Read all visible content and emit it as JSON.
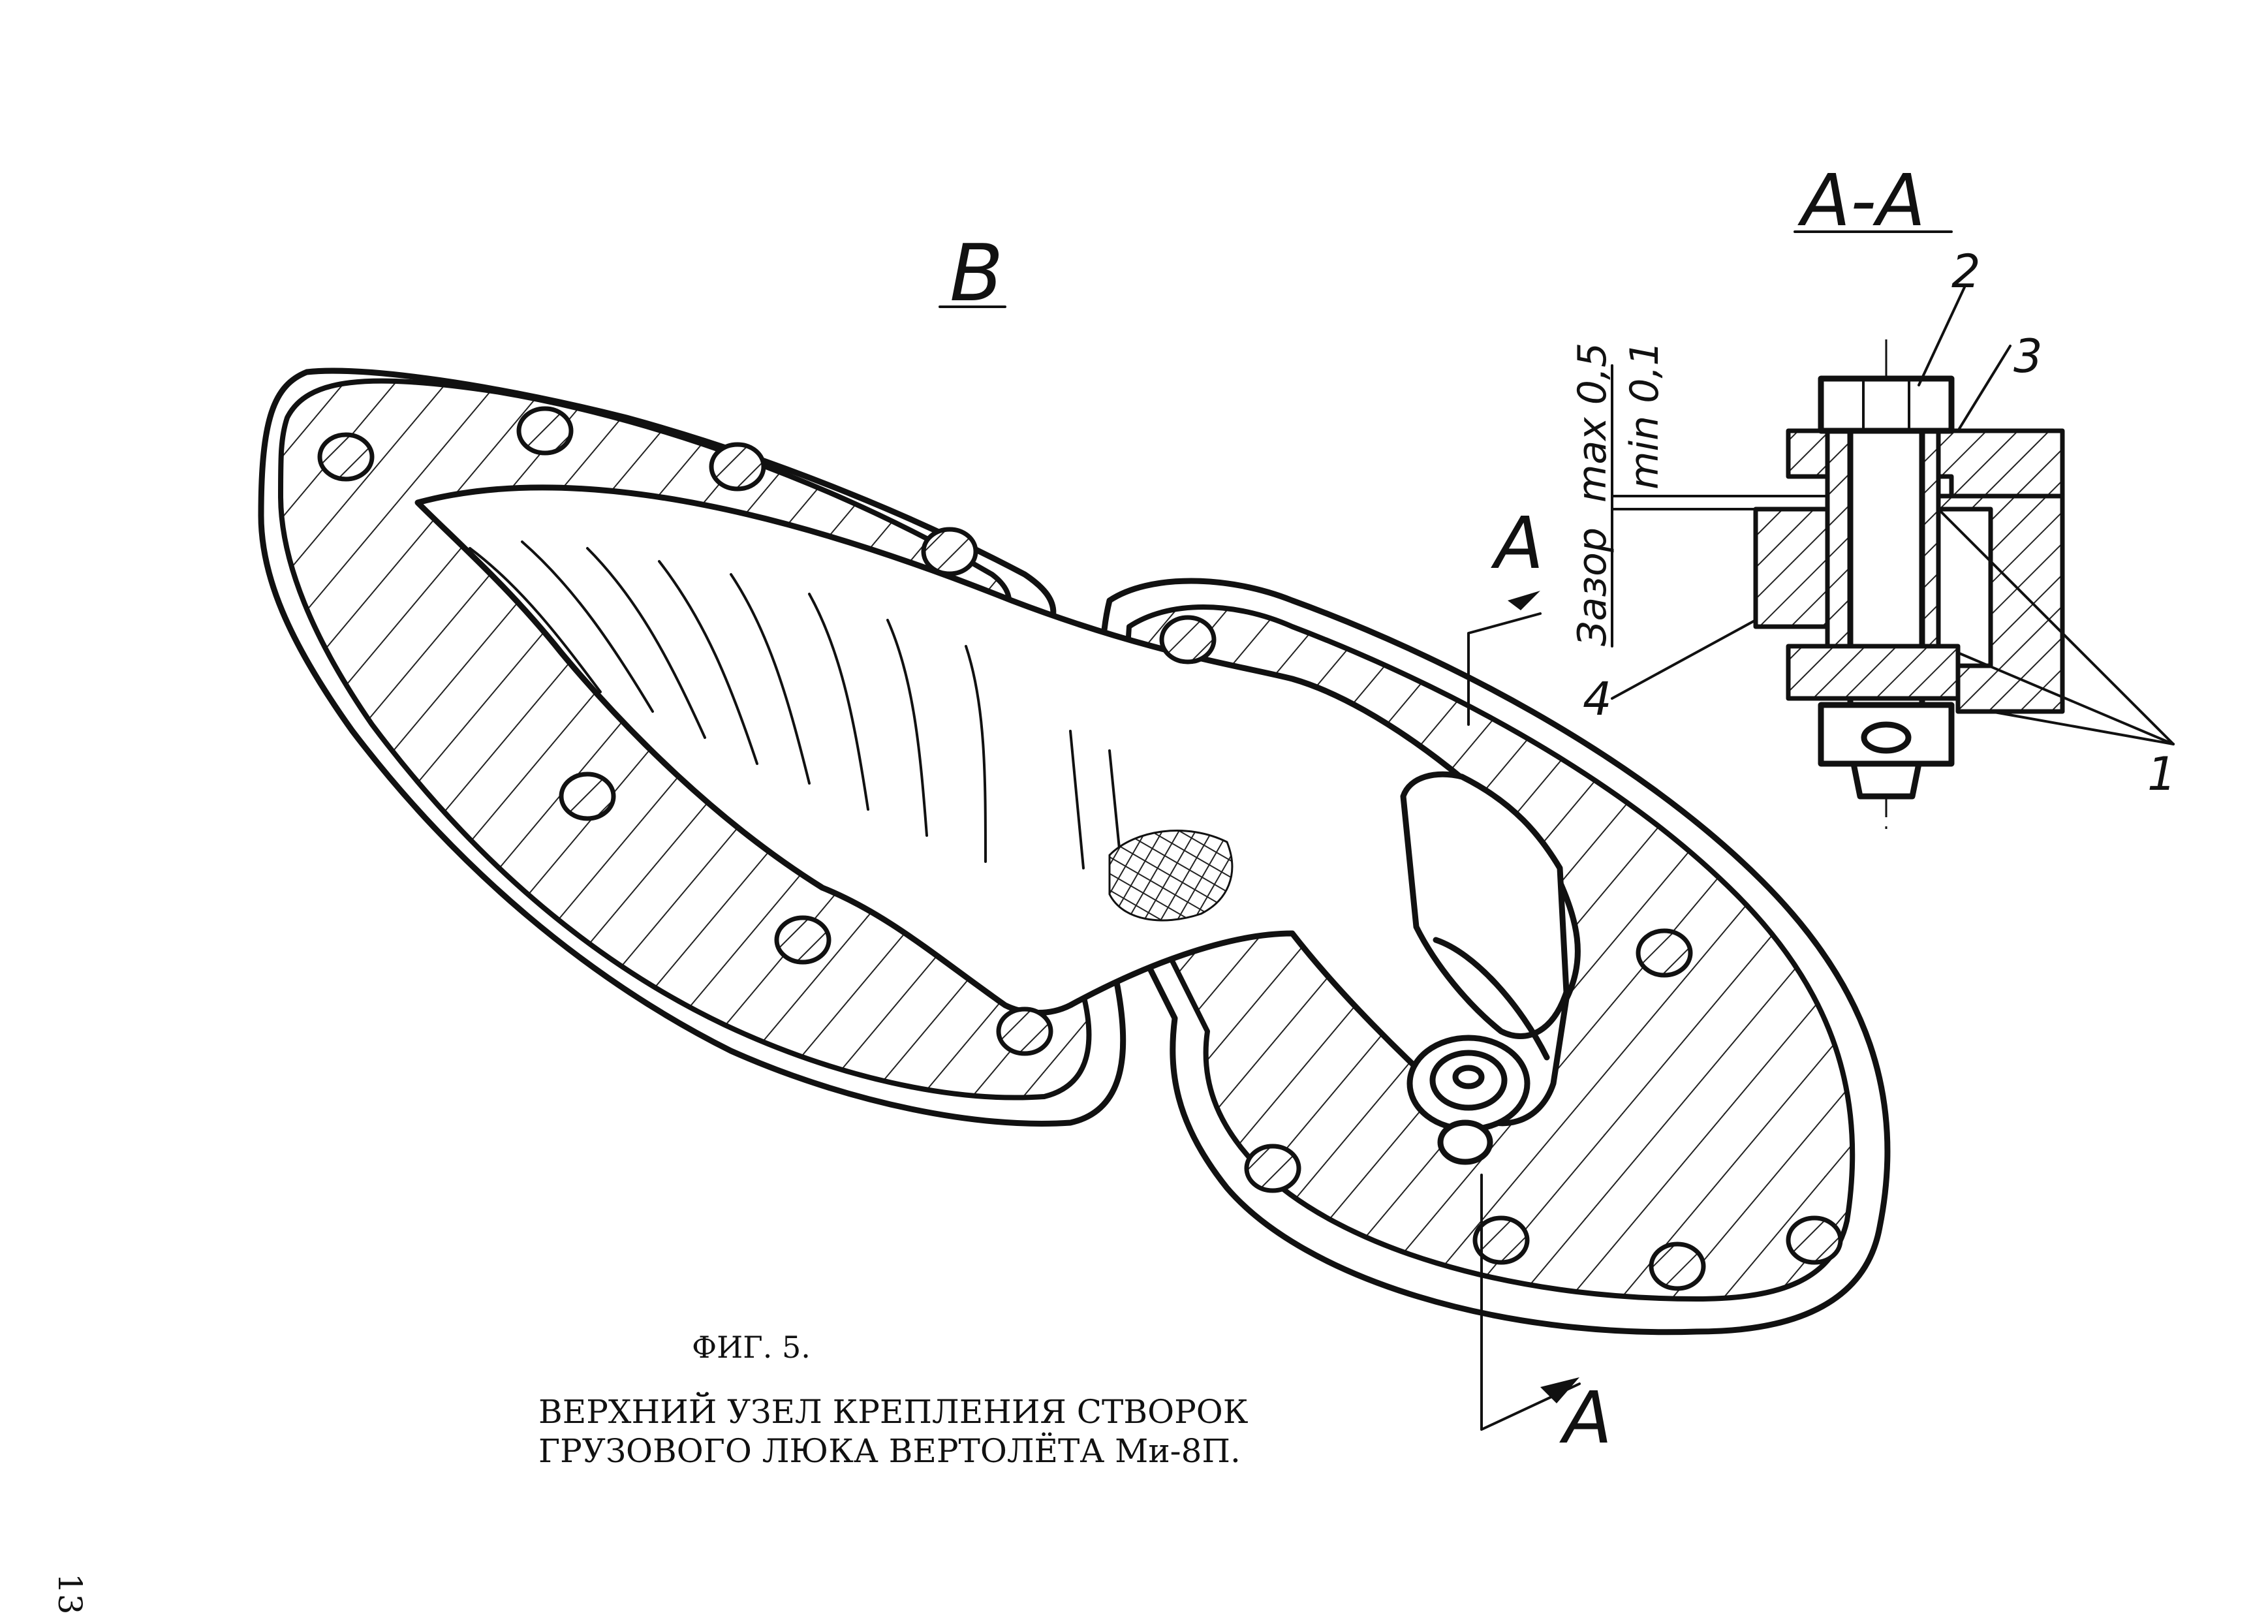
{
  "labels": {
    "view_b": "В",
    "section_title": "А-А",
    "cut_top": "А",
    "cut_bottom": "А",
    "item_1": "1",
    "item_2": "2",
    "item_3": "3",
    "item_4": "4",
    "gap_label": "Зазор",
    "gap_max": "max 0,5",
    "gap_min": "min 0,1"
  },
  "caption": {
    "fig": "ФИГ.  5.",
    "line1": "ВЕРХНИЙ УЗЕЛ КРЕПЛЕНИЯ СТВОРОК",
    "line2": "ГРУЗОВОГО ЛЮКА ВЕРТОЛЁТА Ми-8П."
  },
  "page_number": "13"
}
